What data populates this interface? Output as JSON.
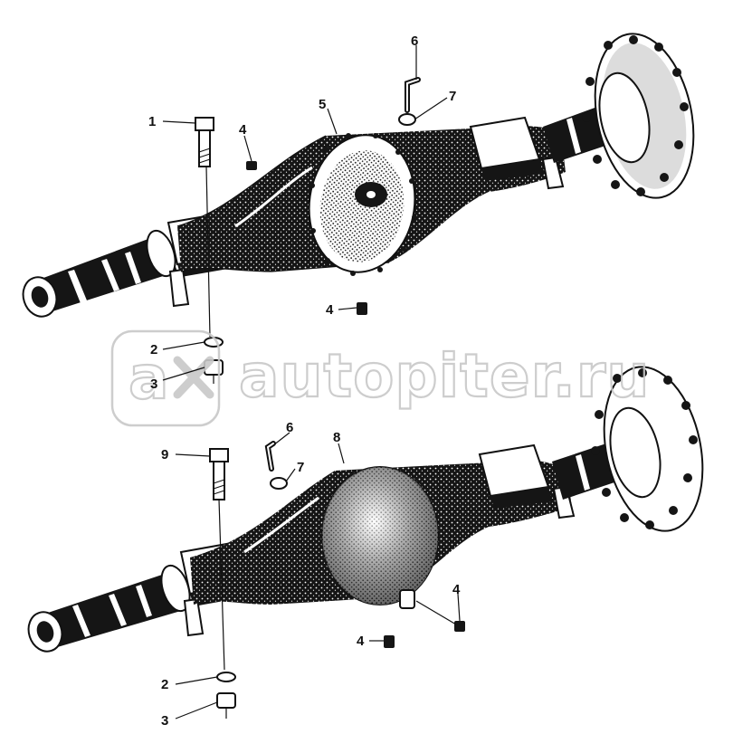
{
  "watermark": {
    "logo_text": "a",
    "site_text": "autopiter.ru"
  },
  "colors": {
    "ink": "#151515",
    "paper": "#ffffff",
    "watermark": "#c8c8c8"
  },
  "callouts": {
    "upper": {
      "c1": "1",
      "c2": "2",
      "c3": "3",
      "c4a": "4",
      "c4b": "4",
      "c5": "5",
      "c6": "6",
      "c7": "7"
    },
    "lower": {
      "c9": "9",
      "c6": "6",
      "c7": "7",
      "c8": "8",
      "c4a": "4",
      "c4b": "4",
      "c2": "2",
      "c3": "3"
    }
  }
}
